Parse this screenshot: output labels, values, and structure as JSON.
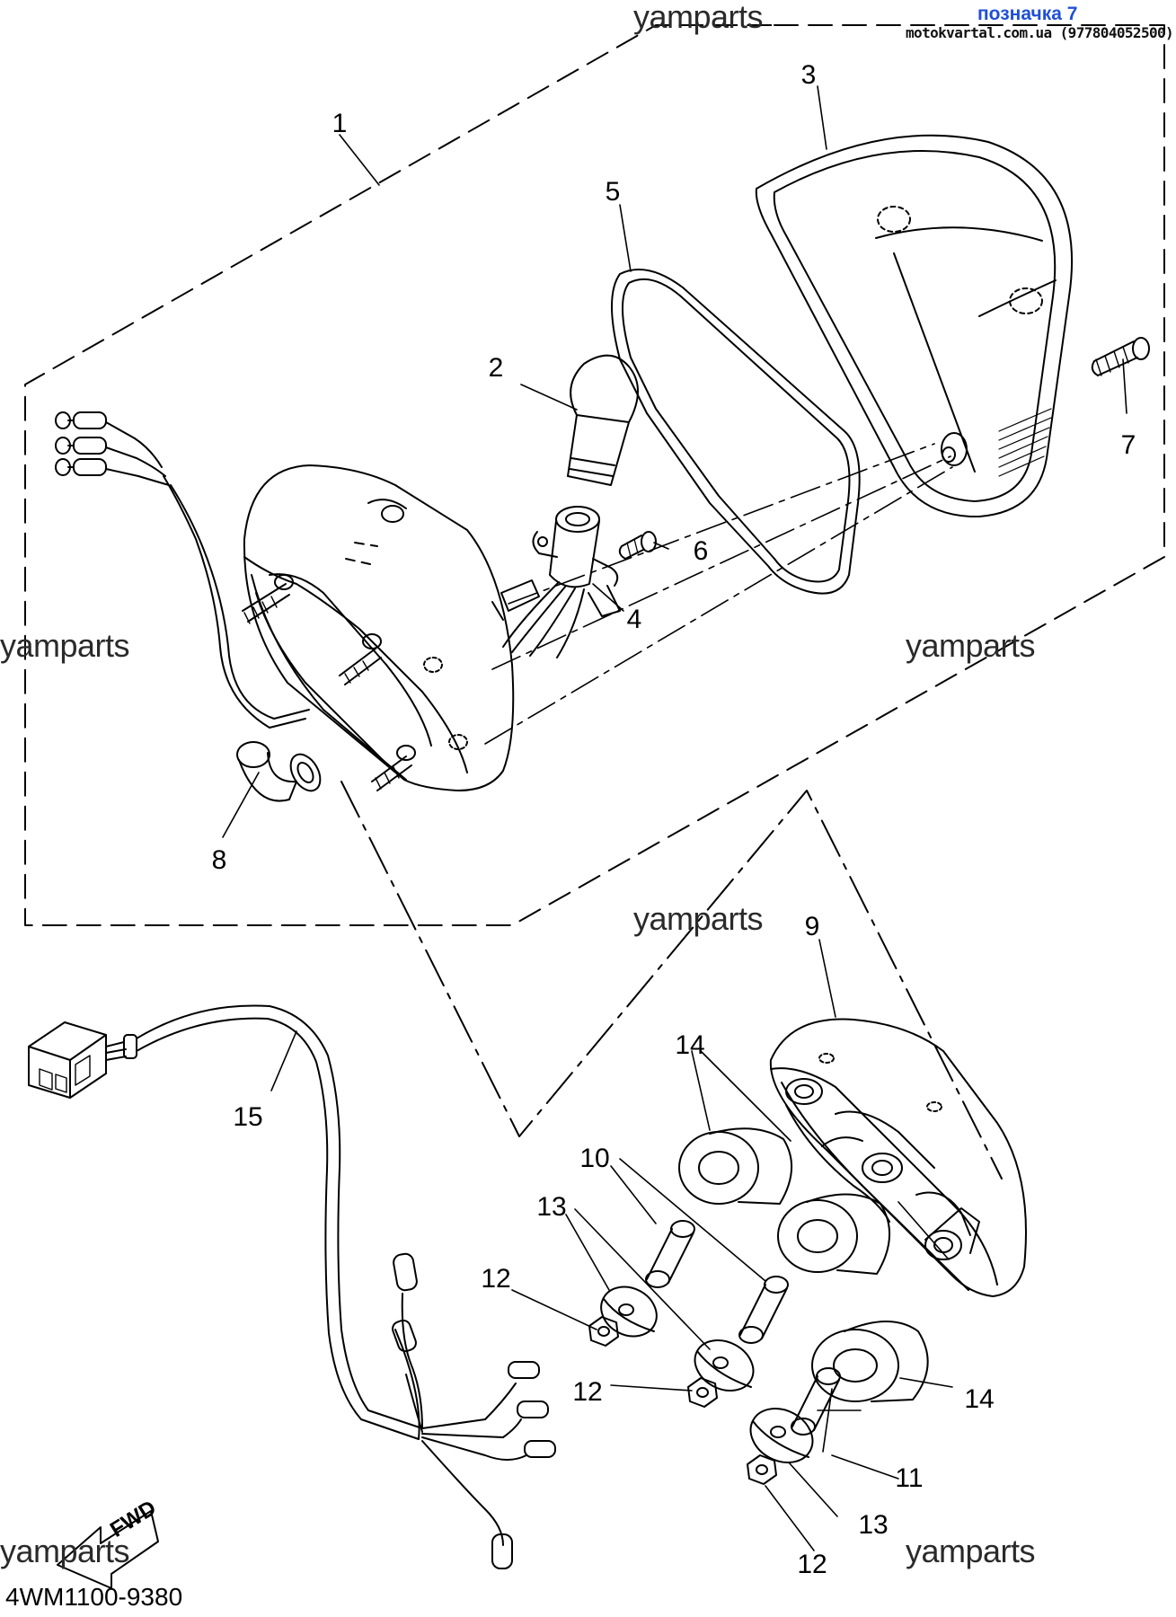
{
  "header": {
    "tag": "позначка 7",
    "site": "motokvartal.com.ua (977804052500)"
  },
  "watermark": "yamparts",
  "diagram_code": "4WM1100-9380",
  "arrow_text": "FWD",
  "callouts": [
    "1",
    "2",
    "3",
    "4",
    "5",
    "6",
    "7",
    "8",
    "9",
    "10",
    "11",
    "12",
    "12",
    "12",
    "13",
    "13",
    "14",
    "14",
    "15"
  ]
}
